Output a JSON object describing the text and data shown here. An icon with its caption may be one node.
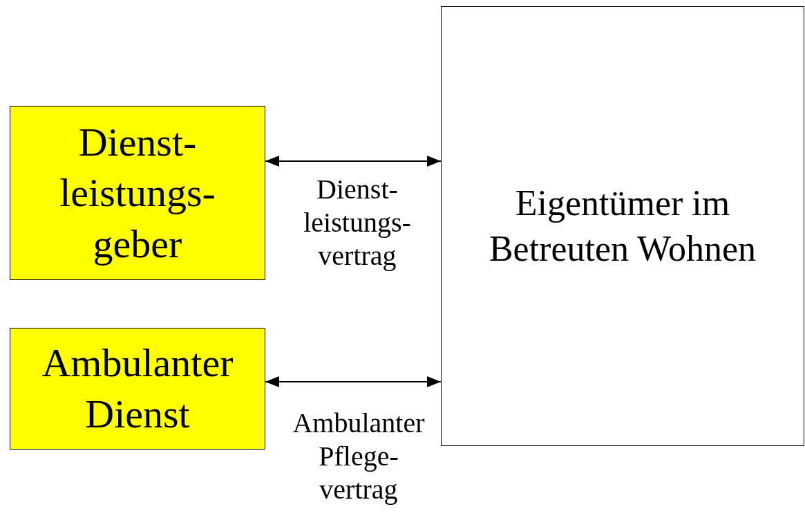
{
  "diagram": {
    "nodes": [
      {
        "text": [
          "Dienst- leistungs- geber"
        ]
      },
      {
        "text": [
          "Ambulanter Dienst"
        ]
      },
      {
        "text": [
          "Eigentümer im Betreuten Wohnen"
        ]
      }
    ],
    "edges": [
      {
        "from": 0,
        "to": 2,
        "arrow": "both",
        "label": "Dienst- leistungs- vertrag"
      },
      {
        "from": 1,
        "to": 2,
        "arrow": "both",
        "label": "Ambulanter Pflege- vertrag"
      }
    ]
  }
}
